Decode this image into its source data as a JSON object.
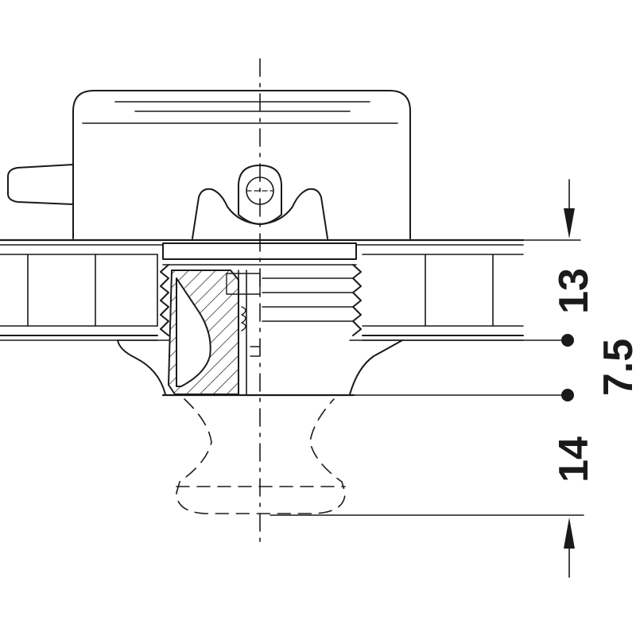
{
  "dimensions": {
    "top_gap": "13",
    "middle_gap": "7.5",
    "bottom_gap": "14"
  },
  "colors": {
    "line": "#1a1a1a",
    "background": "#ffffff"
  }
}
